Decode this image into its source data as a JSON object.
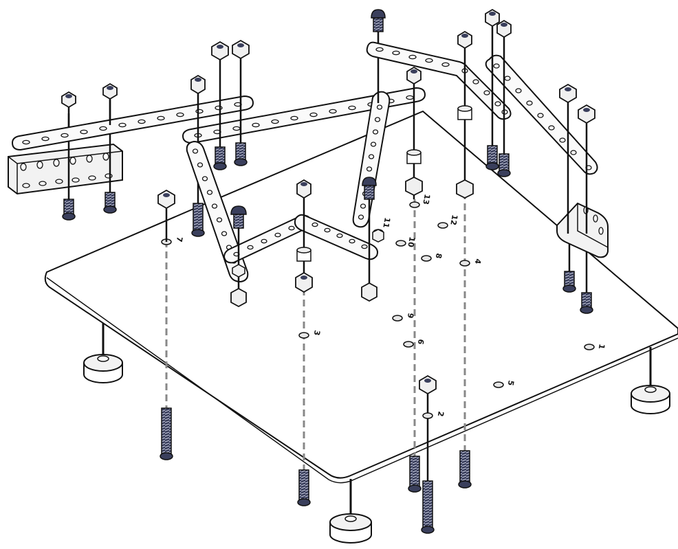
{
  "diagram": {
    "hole_labels": [
      "1",
      "2",
      "3",
      "4",
      "5",
      "6",
      "7",
      "8",
      "9",
      "10",
      "11",
      "12",
      "13"
    ]
  },
  "colors": {
    "line": "#111111",
    "plate_fill": "#ffffff",
    "hole_fill": "#e6e6e6",
    "bolt_fill": "#3a3f5c",
    "nut_fill": "#f0f0f0",
    "dashed": "#888888"
  }
}
